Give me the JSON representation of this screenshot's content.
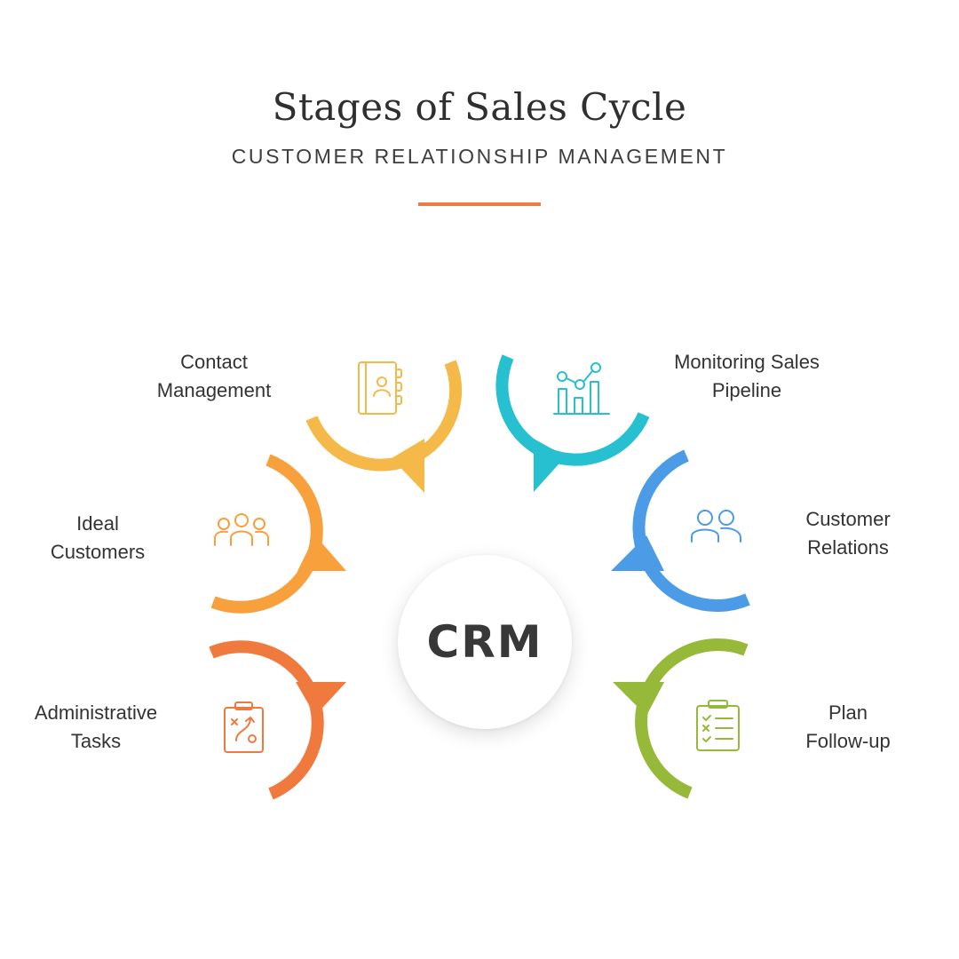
{
  "header": {
    "title": "Stages of Sales Cycle",
    "subtitle": "CUSTOMER RELATIONSHIP MANAGEMENT",
    "accent_color": "#F07A45"
  },
  "center": {
    "label": "CRM"
  },
  "stages": [
    {
      "name": "contact-management",
      "label_lines": [
        "Contact",
        "Management"
      ],
      "color": "#F5B94A",
      "icon": "contact-book-icon"
    },
    {
      "name": "monitoring-sales-pipeline",
      "label_lines": [
        "Monitoring Sales",
        "Pipeline"
      ],
      "color": "#26C0D1",
      "icon": "bar-chart-icon"
    },
    {
      "name": "ideal-customers",
      "label_lines": [
        "Ideal",
        "Customers"
      ],
      "color": "#F7A03C",
      "icon": "group-icon"
    },
    {
      "name": "customer-relations",
      "label_lines": [
        "Customer",
        "Relations"
      ],
      "color": "#4C9BE6",
      "icon": "two-people-icon"
    },
    {
      "name": "administrative-tasks",
      "label_lines": [
        "Administrative",
        "Tasks"
      ],
      "color": "#F07A3E",
      "icon": "strategy-clipboard-icon"
    },
    {
      "name": "plan-follow-up",
      "label_lines": [
        "Plan",
        "Follow-up"
      ],
      "color": "#96B93A",
      "icon": "checklist-clipboard-icon"
    }
  ]
}
